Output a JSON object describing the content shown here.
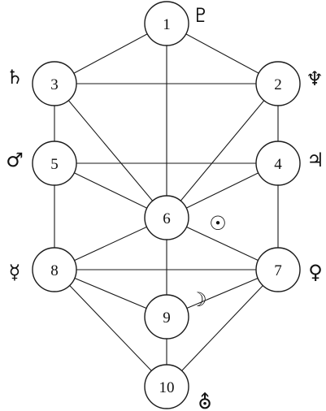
{
  "diagram": {
    "nodes": [
      {
        "id": "n1",
        "label": "1",
        "glyph": "♇",
        "glyph_name": "pluto-icon"
      },
      {
        "id": "n2",
        "label": "2",
        "glyph": "♆",
        "glyph_name": "neptune-icon"
      },
      {
        "id": "n3",
        "label": "3",
        "glyph": "♄",
        "glyph_name": "saturn-icon"
      },
      {
        "id": "n4",
        "label": "4",
        "glyph": "♃",
        "glyph_name": "jupiter-icon"
      },
      {
        "id": "n5",
        "label": "5",
        "glyph": "♂",
        "glyph_name": "mars-icon"
      },
      {
        "id": "n6",
        "label": "6",
        "glyph": "☉",
        "glyph_name": "sun-icon"
      },
      {
        "id": "n7",
        "label": "7",
        "glyph": "♀",
        "glyph_name": "venus-icon"
      },
      {
        "id": "n8",
        "label": "8",
        "glyph": "☿",
        "glyph_name": "mercury-icon"
      },
      {
        "id": "n9",
        "label": "9",
        "glyph": "☽",
        "glyph_name": "moon-icon"
      },
      {
        "id": "n10",
        "label": "10",
        "glyph": "⛢",
        "glyph_name": "uranus-icon"
      }
    ],
    "edges": [
      [
        "n1",
        "n2"
      ],
      [
        "n1",
        "n3"
      ],
      [
        "n1",
        "n6"
      ],
      [
        "n2",
        "n3"
      ],
      [
        "n2",
        "n4"
      ],
      [
        "n2",
        "n6"
      ],
      [
        "n3",
        "n5"
      ],
      [
        "n3",
        "n6"
      ],
      [
        "n4",
        "n5"
      ],
      [
        "n4",
        "n6"
      ],
      [
        "n4",
        "n7"
      ],
      [
        "n5",
        "n6"
      ],
      [
        "n5",
        "n8"
      ],
      [
        "n6",
        "n7"
      ],
      [
        "n6",
        "n8"
      ],
      [
        "n6",
        "n9"
      ],
      [
        "n7",
        "n8"
      ],
      [
        "n7",
        "n9"
      ],
      [
        "n7",
        "n10"
      ],
      [
        "n8",
        "n9"
      ],
      [
        "n8",
        "n10"
      ],
      [
        "n9",
        "n10"
      ]
    ]
  }
}
